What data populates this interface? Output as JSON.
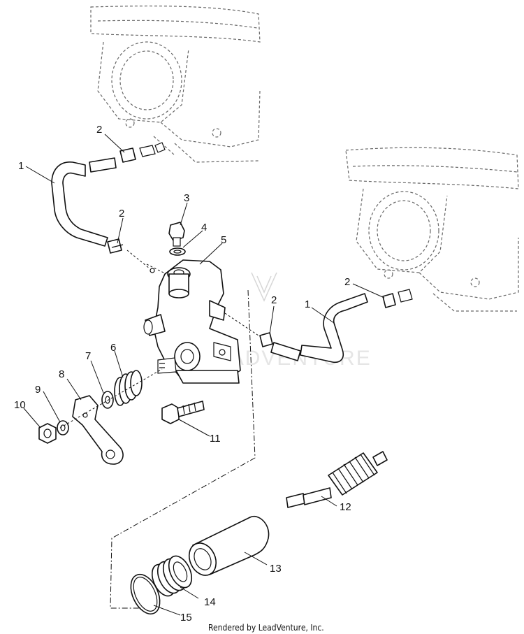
{
  "diagram": {
    "callouts": [
      "1",
      "2",
      "2",
      "3",
      "4",
      "5",
      "2",
      "2",
      "1",
      "6",
      "7",
      "8",
      "9",
      "10",
      "11",
      "12",
      "13",
      "14",
      "15"
    ],
    "watermark": "LEADVENTURE",
    "footer": "Rendered by LeadVenture, Inc."
  }
}
